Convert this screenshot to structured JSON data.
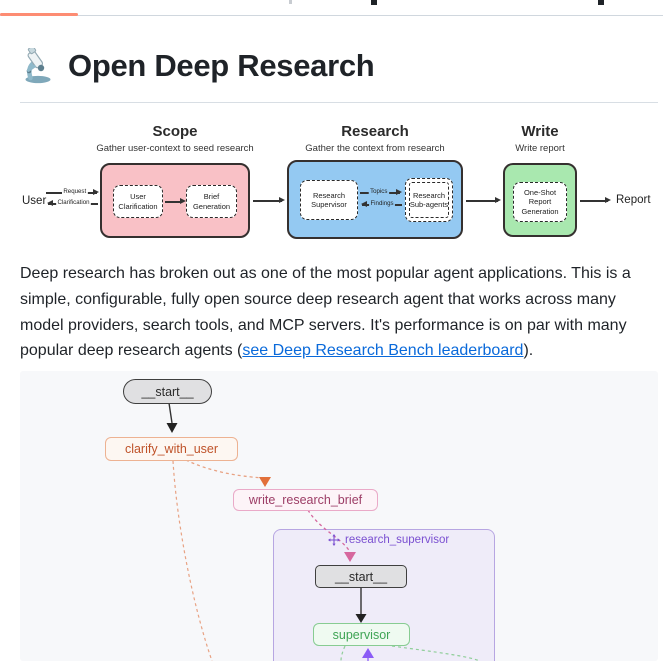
{
  "topbar": {
    "active_indicator_color": "#fd8c73"
  },
  "header": {
    "title": "Open Deep Research",
    "icon": "microscope-icon"
  },
  "pipeline": {
    "user_label": "User",
    "report_label": "Report",
    "request_label": "Request",
    "clarification_label": "Clarification",
    "topics_label": "Topics",
    "findings_label": "Findings",
    "stages": [
      {
        "title": "Scope",
        "subtitle": "Gather user-context to seed research",
        "fill": "#f9c1c6"
      },
      {
        "title": "Research",
        "subtitle": "Gather the context from research",
        "fill": "#94c9f2"
      },
      {
        "title": "Write",
        "subtitle": "Write report",
        "fill": "#a9e8af"
      }
    ],
    "nodes": {
      "user_clarification": "User Clarification",
      "brief_generation": "Brief Generation",
      "research_supervisor": "Research Supervisor",
      "research_subagents": "Research Sub-agents",
      "one_shot_report": "One-Shot Report Generation"
    }
  },
  "intro": {
    "text_before_link": "Deep research has broken out as one of the most popular agent applications. This is a simple, configurable, fully open source deep research agent that works across many model providers, search tools, and MCP servers. It's performance is on par with many popular deep research agents (",
    "link_text": "see Deep Research Bench leaderboard",
    "text_after_link": ").",
    "link_color": "#0969da"
  },
  "graph": {
    "nodes": {
      "outer_start": "__start__",
      "clarify": "clarify_with_user",
      "brief": "write_research_brief",
      "inner_start": "__start__",
      "supervisor": "supervisor"
    },
    "subgraph_label": "research_supervisor",
    "colors": {
      "panel_bg": "#f7f8fa",
      "subgraph_fill": "#efecf9",
      "subgraph_border": "#b7a6e2",
      "subgraph_label": "#7a4fd1",
      "start_fill": "#e0e0e2",
      "start_border": "#3f3f3f",
      "clarify_border": "#edb292",
      "clarify_text": "#bf5229",
      "brief_border": "#eaaac8",
      "brief_text": "#9c3d66",
      "supervisor_border": "#87cc92",
      "supervisor_text": "#3fa455",
      "edge_orange": "#e8a283",
      "edge_pink": "#d6679e",
      "edge_green": "#8fce99",
      "edge_purple": "#8b5cf6",
      "edge_black": "#333333"
    }
  }
}
